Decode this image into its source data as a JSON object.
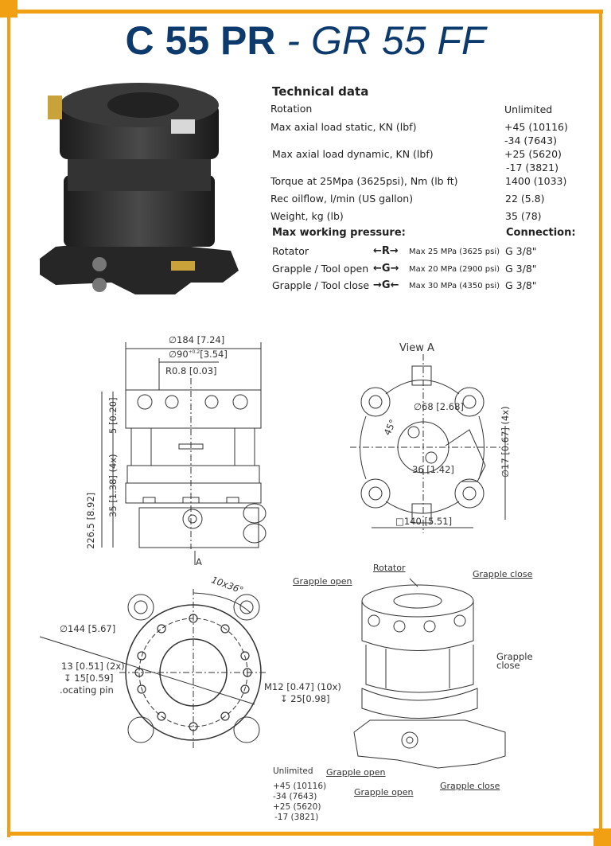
{
  "colors": {
    "accent": "#f0a012",
    "title": "#0d3a6c"
  },
  "title": {
    "bold": "C 55 PR",
    "separator": " - ",
    "italic": "GR 55 FF"
  },
  "technical_data": {
    "heading": "Technical data",
    "rows": [
      {
        "label": "Rotation",
        "values": [
          "Unlimited"
        ]
      },
      {
        "label": "Max axial load static, KN (lbf)",
        "values": [
          "+45 (10116)",
          "-34 (7643)"
        ]
      },
      {
        "label": "Max axial load dynamic, KN (lbf)",
        "values": [
          "+25 (5620)",
          "-17 (3821)"
        ]
      },
      {
        "label": "Torque at 25Mpa (3625psi), Nm (lb ft)",
        "values": [
          "1400 (1033)"
        ]
      },
      {
        "label": "Rec oilflow, l/min (US gallon)",
        "values": [
          "22 (5.8)"
        ]
      },
      {
        "label": "Weight, kg (lb)",
        "values": [
          "35 (78)"
        ]
      }
    ],
    "pressure_heading": "Max working pressure:",
    "connection_heading": "Connection:",
    "pressure_rows": [
      {
        "label": "Rotator",
        "symbol": "←R→",
        "pressure": "Max 25 MPa (3625 psi)",
        "connection": "G 3/8\""
      },
      {
        "label": "Grapple / Tool open",
        "symbol": "←G→",
        "pressure": "Max 20 MPa (2900 psi)",
        "connection": "G 3/8\""
      },
      {
        "label": "Grapple / Tool close",
        "symbol": "→G←",
        "pressure": "Max 30 MPa (4350 psi)",
        "connection": "G 3/8\""
      }
    ]
  },
  "side_view": {
    "dia_outer": "∅184 [7.24]",
    "dia_inner": "∅90",
    "dia_inner_tol": "+0.2",
    "dia_inner_in": "[3.54]",
    "radius": "R0.8 [0.03]",
    "height_total": "226.5 [8.92]",
    "height_top": "5 [0.20]",
    "height_base": "35 [1.38] (4x)",
    "view_marker": "A"
  },
  "view_a": {
    "title": "View A",
    "dia_circle": "∅68 [2.68]",
    "angle": "45°",
    "distance": "36 [1.42]",
    "hole_dia": "∅17 [0.67] (4x)",
    "square": "□140 [5.51]"
  },
  "top_view": {
    "angle": "10x36°",
    "bolt_circle": "∅144 [5.67]",
    "pin_dia": "13 [0.51] (2x)",
    "pin_depth": "↧ 15[0.59]",
    "pin_label": ".ocating pin",
    "thread": "M12 [0.47] (10x)",
    "thread_depth": "↧ 25[0.98]"
  },
  "iso_view": {
    "rotator": "Rotator",
    "grapple_open_top": "Grapple open",
    "grapple_close_top": "Grapple close",
    "grapple_close_side": "Grapple\nclose",
    "grapple_close_side_1": "Grapple",
    "grapple_close_side_2": "close",
    "grapple_open_bottom_1": "Grapple open",
    "grapple_open_bottom_2": "Grapple open",
    "grapple_close_bottom": "Grapple close"
  },
  "footnote": [
    "Unlimited",
    "+45 (10116)",
    "-34 (7643)",
    "+25 (5620)",
    "-17 (3821)"
  ]
}
